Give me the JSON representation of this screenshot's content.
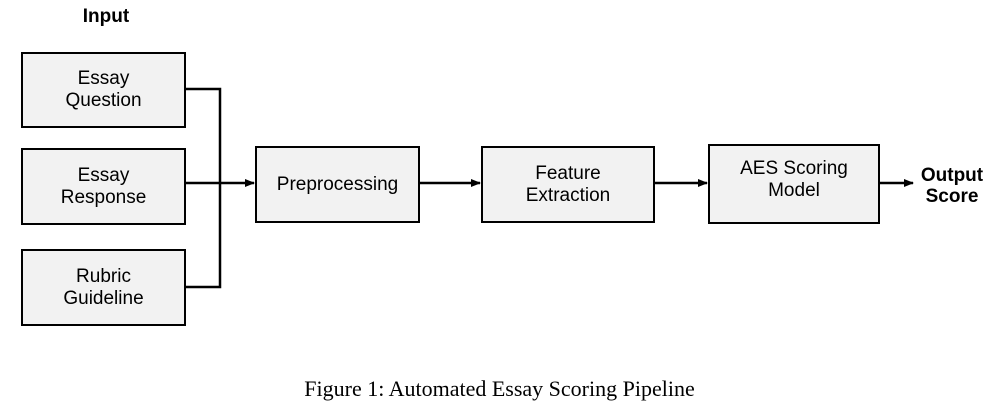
{
  "input_label": "Input",
  "inputs": [
    {
      "label": "Essay\nQuestion"
    },
    {
      "label": "Essay\nResponse"
    },
    {
      "label": "Rubric\nGuideline"
    }
  ],
  "stages": [
    {
      "label": "Preprocessing"
    },
    {
      "label": "Feature\nExtraction"
    },
    {
      "label": "AES Scoring\nModel"
    }
  ],
  "output_label": "Output\nScore",
  "caption": "Figure 1: Automated Essay Scoring Pipeline"
}
